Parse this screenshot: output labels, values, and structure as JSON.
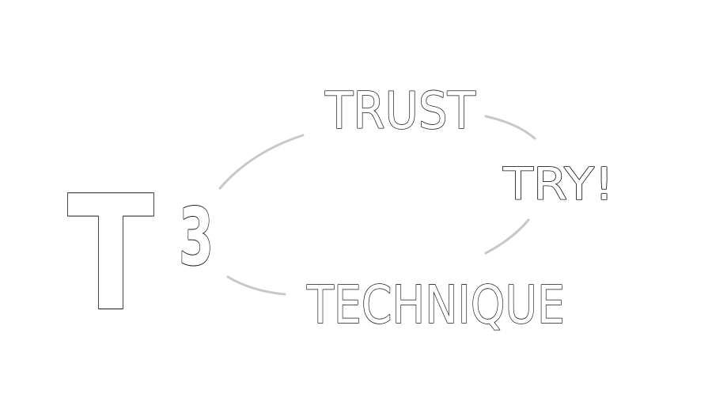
{
  "diagram": {
    "t_letter": "T",
    "superscript": "3",
    "word_trust": "TRUST",
    "word_try": "TRY!",
    "word_technique": "TECHNIQUE",
    "arc_color": "#c8c8c8",
    "ink_color": "#1a1a1a"
  }
}
